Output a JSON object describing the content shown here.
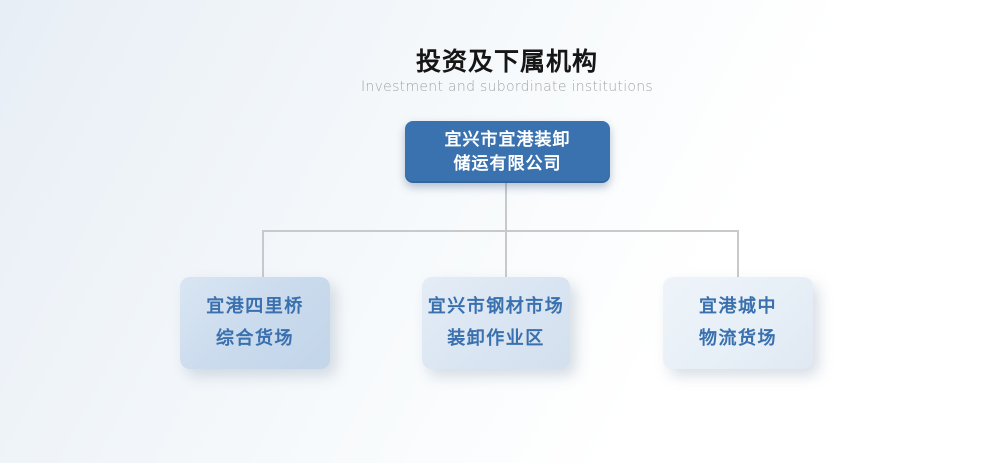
{
  "header": {
    "title": "投资及下属机构",
    "subtitle": "Investment and subordinate institutions"
  },
  "org_chart": {
    "root": {
      "line1": "宜兴市宜港装卸",
      "line2": "储运有限公司"
    },
    "children": [
      {
        "line1": "宜港四里桥",
        "line2": "综合货场"
      },
      {
        "line1": "宜兴市钢材市场",
        "line2": "装卸作业区"
      },
      {
        "line1": "宜港城中",
        "line2": "物流货场"
      }
    ]
  },
  "colors": {
    "root_box_bg": "#3a72b0",
    "root_box_text": "#ffffff",
    "child_box_bg_1": "#c9daed",
    "child_box_bg_2": "#d9e5f2",
    "child_box_bg_3": "#e7eff7",
    "child_box_text": "#3a70ae",
    "connector": "#c9c9c9",
    "title_text": "#161616",
    "subtitle_text": "#a3a7ab",
    "background_top": "#e7eef5",
    "background_bottom": "#ffffff"
  }
}
